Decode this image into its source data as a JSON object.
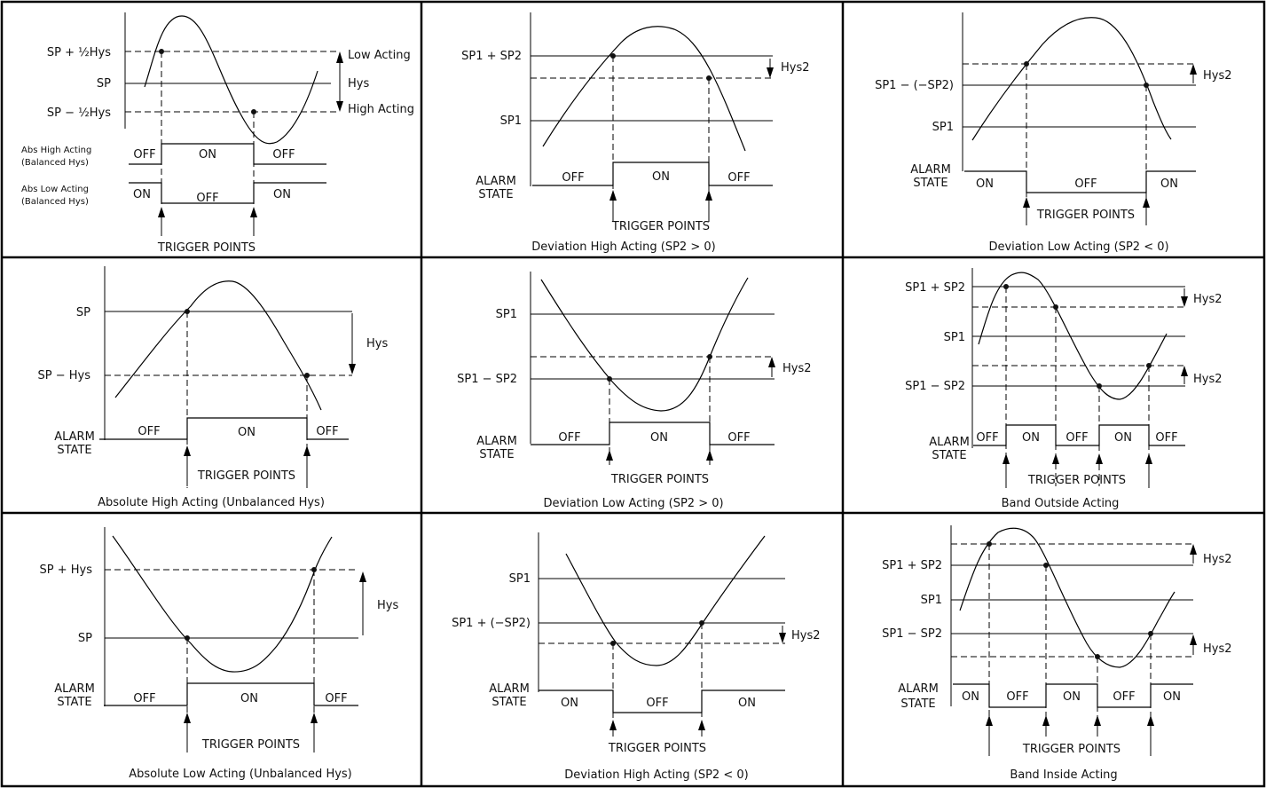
{
  "panels": [
    {
      "caption": "",
      "levels": [
        "SP + ½Hys",
        "SP",
        "SP − ½Hys"
      ],
      "annotations": [
        "Low Acting",
        "Hys",
        "High Acting"
      ],
      "rows": [
        {
          "label": [
            "Abs High Acting",
            "(Balanced Hys)"
          ],
          "states": [
            "OFF",
            "ON",
            "OFF"
          ]
        },
        {
          "label": [
            "Abs Low Acting",
            "(Balanced Hys)"
          ],
          "states": [
            "ON",
            "OFF",
            "ON"
          ]
        }
      ],
      "trigger": "TRIGGER POINTS"
    },
    {
      "caption": "Deviation High Acting (SP2 > 0)",
      "levels": [
        "SP1 + SP2",
        "SP1"
      ],
      "hys": "Hys2",
      "row_label": [
        "ALARM",
        "STATE"
      ],
      "states": [
        "OFF",
        "ON",
        "OFF"
      ],
      "trigger": "TRIGGER POINTS"
    },
    {
      "caption": "Deviation Low Acting (SP2 < 0)",
      "levels": [
        "SP1 − (−SP2)",
        "SP1"
      ],
      "hys": "Hys2",
      "row_label": [
        "ALARM",
        "STATE"
      ],
      "states": [
        "ON",
        "OFF",
        "ON"
      ],
      "trigger": "TRIGGER POINTS"
    },
    {
      "caption": "Absolute High Acting (Unbalanced Hys)",
      "levels": [
        "SP",
        "SP − Hys"
      ],
      "hys": "Hys",
      "row_label": [
        "ALARM",
        "STATE"
      ],
      "states": [
        "OFF",
        "ON",
        "OFF"
      ],
      "trigger": "TRIGGER POINTS"
    },
    {
      "caption": "Deviation Low Acting (SP2 > 0)",
      "levels": [
        "SP1",
        "SP1 − SP2"
      ],
      "hys": "Hys2",
      "row_label": [
        "ALARM",
        "STATE"
      ],
      "states": [
        "OFF",
        "ON",
        "OFF"
      ],
      "trigger": "TRIGGER POINTS"
    },
    {
      "caption": "Band Outside Acting",
      "levels": [
        "SP1 + SP2",
        "SP1",
        "SP1 − SP2"
      ],
      "hys": "Hys2",
      "row_label": [
        "ALARM",
        "STATE"
      ],
      "states": [
        "OFF",
        "ON",
        "OFF",
        "ON",
        "OFF"
      ],
      "trigger": "TRIGGER POINTS"
    },
    {
      "caption": "Absolute Low Acting (Unbalanced Hys)",
      "levels": [
        "SP + Hys",
        "SP"
      ],
      "hys": "Hys",
      "row_label": [
        "ALARM",
        "STATE"
      ],
      "states": [
        "OFF",
        "ON",
        "OFF"
      ],
      "trigger": "TRIGGER POINTS"
    },
    {
      "caption": "Deviation High Acting (SP2 < 0)",
      "levels": [
        "SP1",
        "SP1 + (−SP2)"
      ],
      "hys": "Hys2",
      "row_label": [
        "ALARM",
        "STATE"
      ],
      "states": [
        "ON",
        "OFF",
        "ON"
      ],
      "trigger": "TRIGGER POINTS"
    },
    {
      "caption": "Band Inside Acting",
      "levels": [
        "SP1 + SP2",
        "SP1",
        "SP1 − SP2"
      ],
      "hys": "Hys2",
      "row_label": [
        "ALARM",
        "STATE"
      ],
      "states": [
        "ON",
        "OFF",
        "ON",
        "OFF",
        "ON"
      ],
      "trigger": "TRIGGER POINTS"
    }
  ]
}
